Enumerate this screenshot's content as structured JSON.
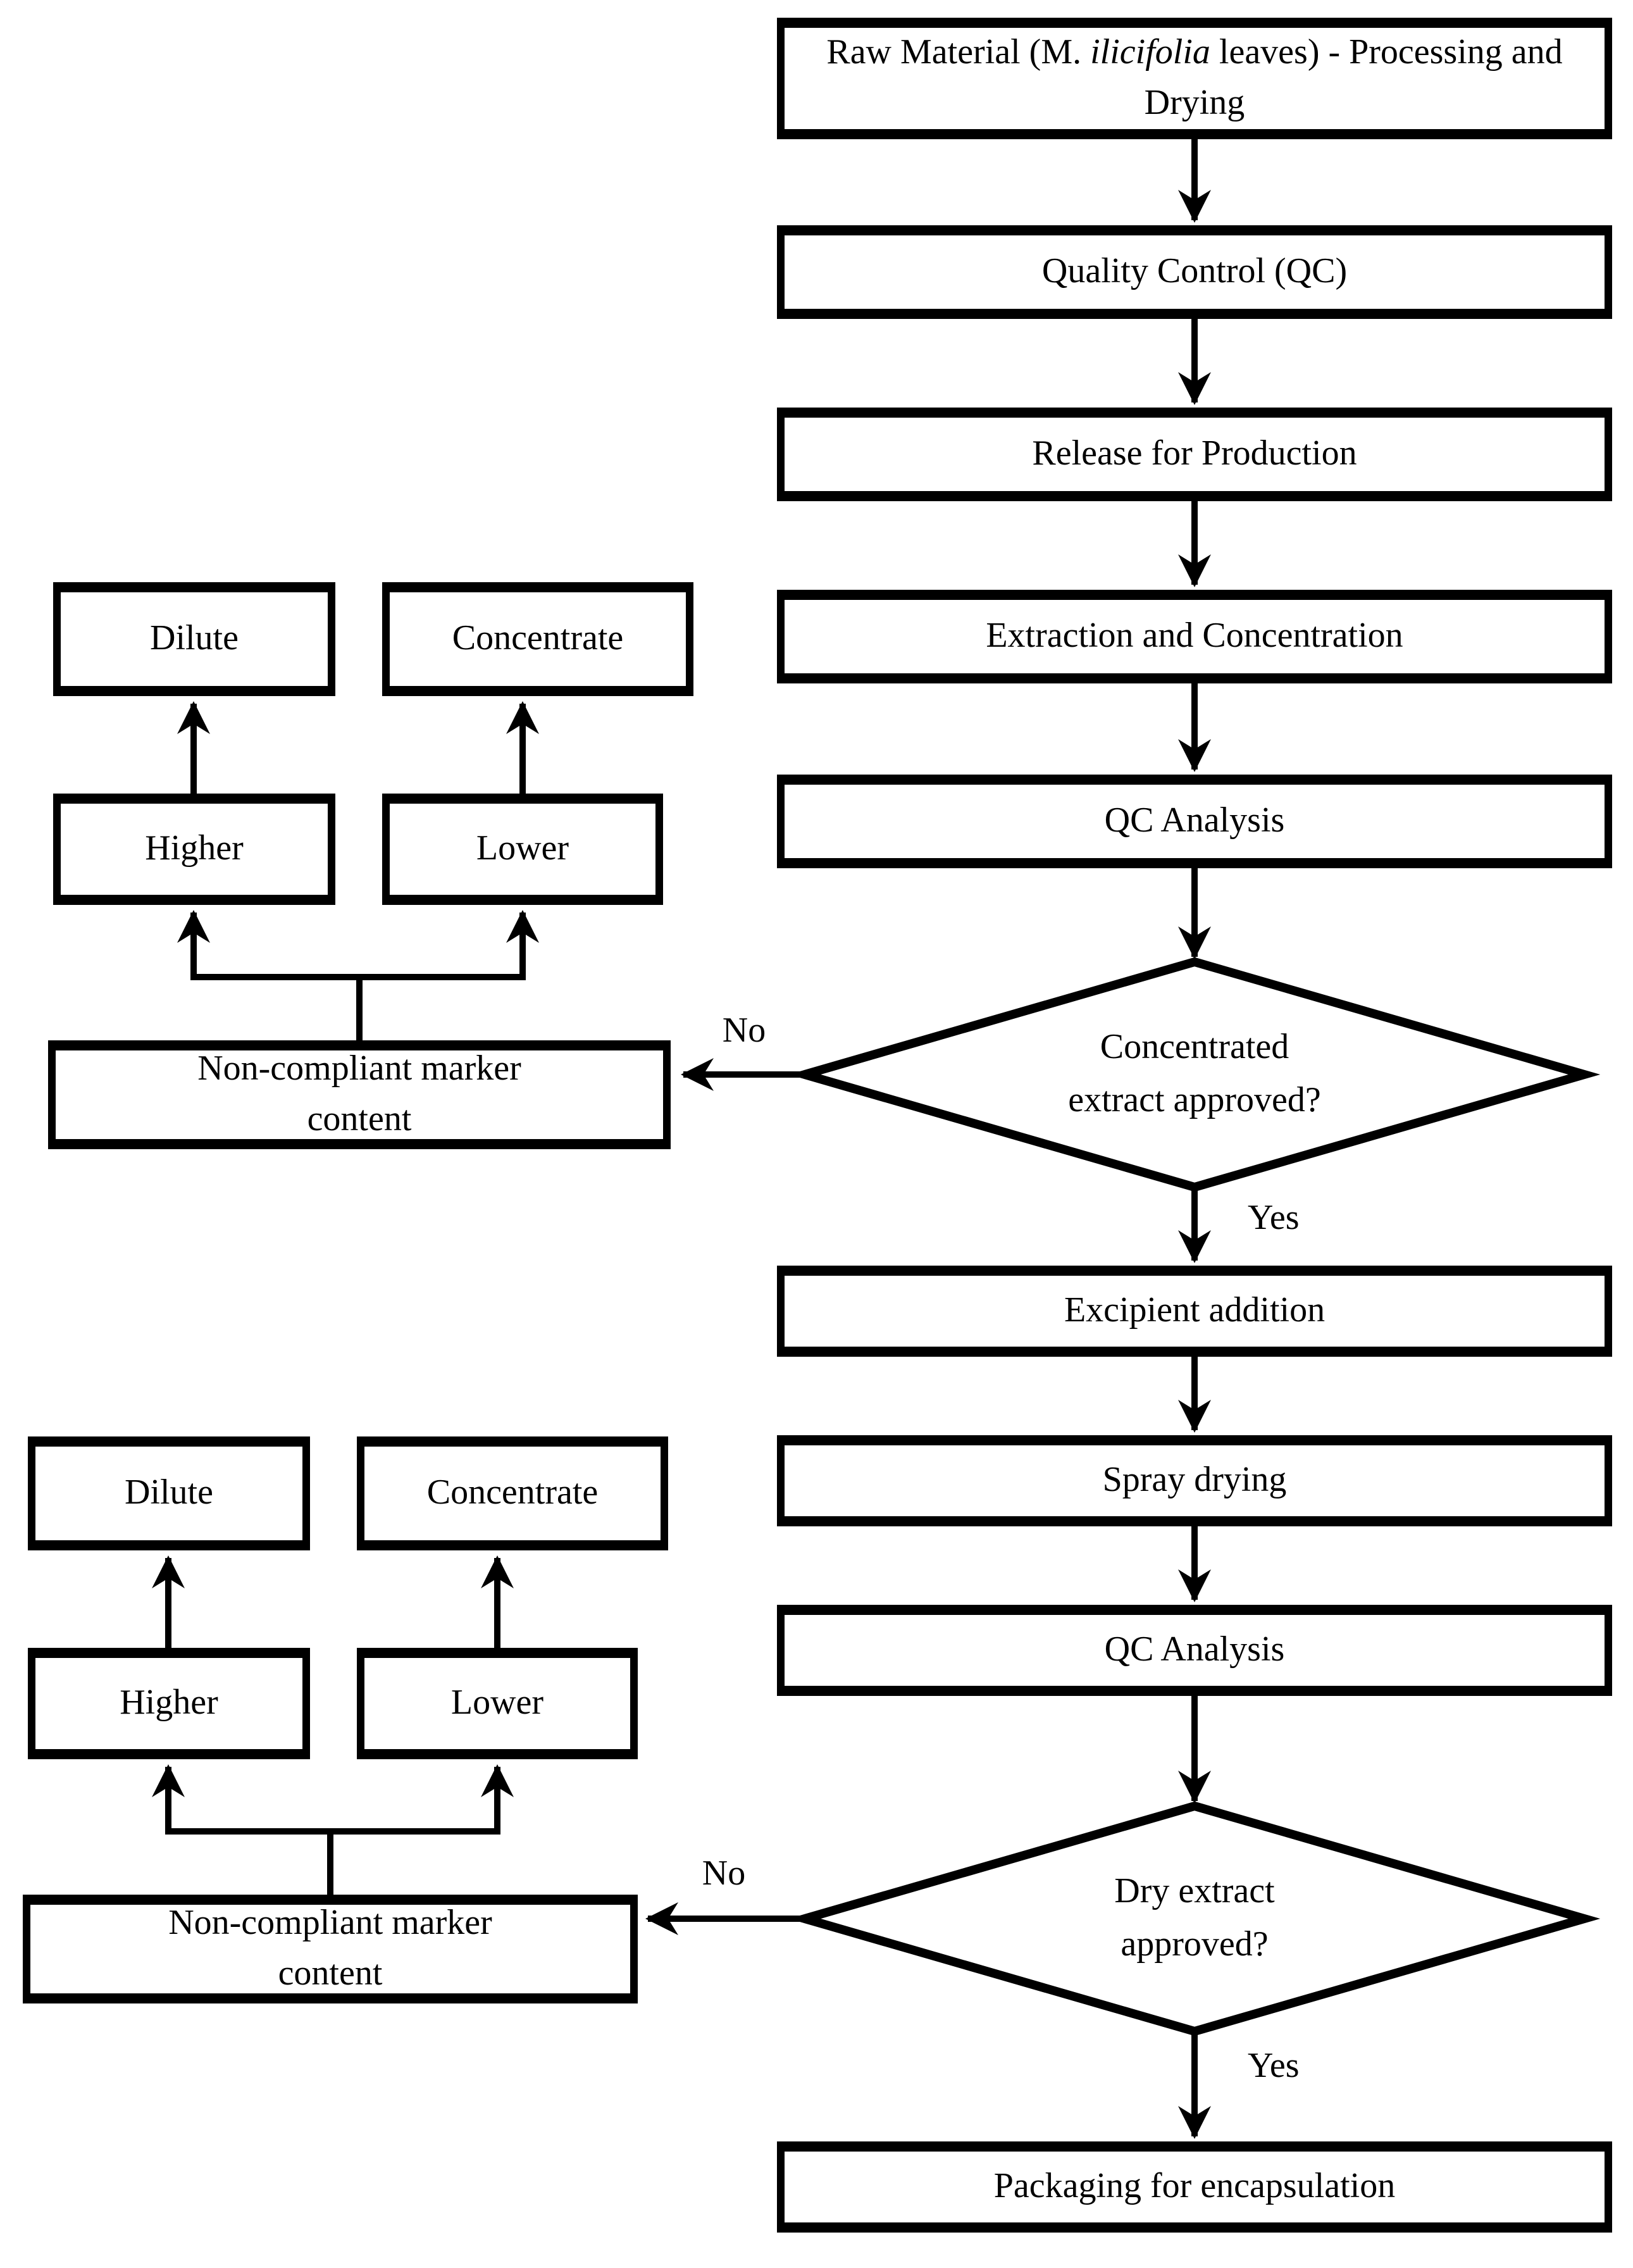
{
  "figure": {
    "background": "#ffffff",
    "line_color": "#000000",
    "box_fill": "#ffffff",
    "main_flow": {
      "raw_material": {
        "prefix": "Raw Material (M. ",
        "species": "ilicifolia",
        "suffix": " leaves) - Processing and Drying"
      },
      "quality_control": "Quality Control (QC)",
      "release_production": "Release for Production",
      "extraction": "Extraction and Concentration",
      "qc_analysis_1": "QC Analysis",
      "decision_concentrated": {
        "line1": "Concentrated",
        "line2": "extract approved?",
        "yes": "Yes",
        "no": "No"
      },
      "excipient": "Excipient addition",
      "spray_drying": "Spray drying",
      "qc_analysis_2": "QC Analysis",
      "decision_dry": {
        "line1": "Dry extract",
        "line2": "approved?",
        "yes": "Yes",
        "no": "No"
      },
      "packaging": "Packaging for encapsulation"
    },
    "adjustment_top": {
      "non_compliant_line1": "Non-compliant marker",
      "non_compliant_line2": "content",
      "higher": "Higher",
      "lower": "Lower",
      "dilute": "Dilute",
      "concentrate": "Concentrate"
    },
    "adjustment_bottom": {
      "non_compliant_line1": "Non-compliant marker",
      "non_compliant_line2": "content",
      "higher": "Higher",
      "lower": "Lower",
      "dilute": "Dilute",
      "concentrate": "Concentrate"
    }
  }
}
